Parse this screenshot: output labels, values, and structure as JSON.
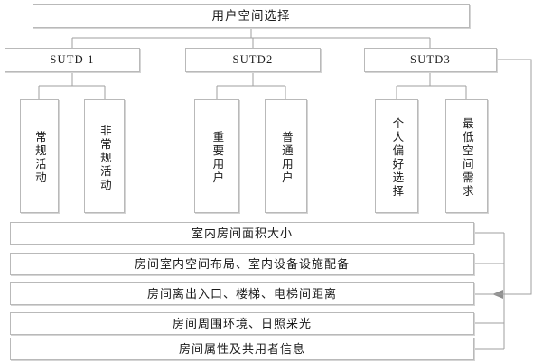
{
  "diagram": {
    "type": "hierarchy-tree",
    "title": "用户空间选择",
    "root": {
      "label": "用户空间选择"
    },
    "level2": [
      {
        "id": "sutd-1",
        "label": "SUTD 1"
      },
      {
        "id": "sutd-2",
        "label": "SUTD2"
      },
      {
        "id": "sutd-3",
        "label": "SUTD3"
      }
    ],
    "level3": [
      {
        "id": "v-1",
        "parent": "sutd-1",
        "label": "常规活动"
      },
      {
        "id": "v-2",
        "parent": "sutd-1",
        "label": "非常规活动"
      },
      {
        "id": "v-3",
        "parent": "sutd-2",
        "label": "重要用户"
      },
      {
        "id": "v-4",
        "parent": "sutd-2",
        "label": "普通用户"
      },
      {
        "id": "v-5",
        "parent": "sutd-3",
        "label": "个人偏好选择"
      },
      {
        "id": "v-6",
        "parent": "sutd-3",
        "label": "最低空间需求"
      }
    ],
    "attributes": [
      {
        "id": "bar-1",
        "label": "室内房间面积大小"
      },
      {
        "id": "bar-2",
        "label": "房间室内空间布局、室内设备设施配备"
      },
      {
        "id": "bar-3",
        "label": "房间离出入口、楼梯、电梯间距离"
      },
      {
        "id": "bar-4",
        "label": "房间周围环境、日照采光"
      },
      {
        "id": "bar-5",
        "label": "房间属性及共用者信息"
      }
    ],
    "colors": {
      "background": "#ffffff",
      "box_border": "#b9b9b9",
      "box_fill": "#ffffff",
      "connector": "#9f9f9f",
      "arrowhead": "#8f8f8f",
      "text": "#1a1a1a"
    }
  }
}
